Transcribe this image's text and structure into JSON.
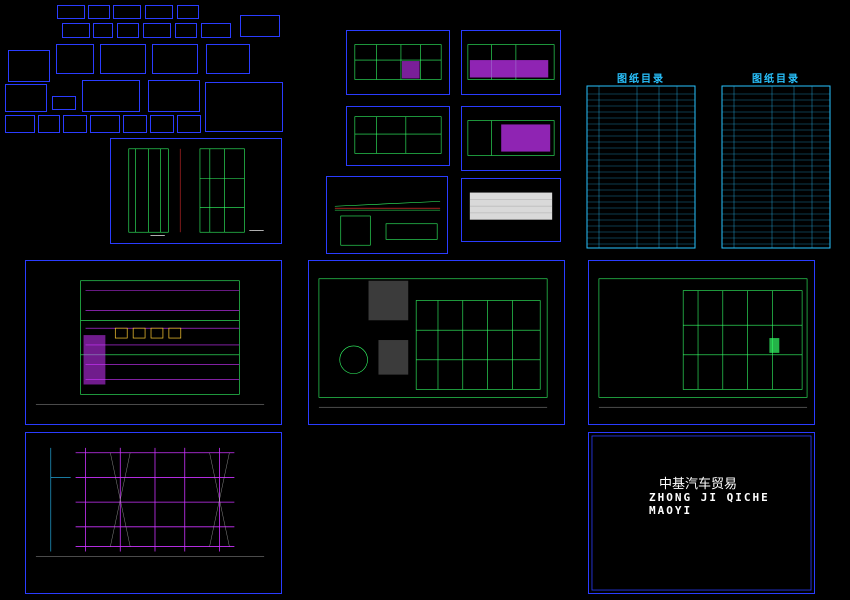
{
  "catalog": {
    "left_title": "图纸目录",
    "right_title": "图纸目录"
  },
  "cover": {
    "title_cn": "中基汽车贸易",
    "title_en": "ZHONG JI QICHE MAOYI"
  },
  "colors": {
    "frame": "#2a3cff",
    "linework": "#33ff66",
    "accent_cyan": "#29c3ff",
    "accent_magenta": "#cc33ff",
    "accent_red": "#ff3333",
    "background": "#000000"
  }
}
